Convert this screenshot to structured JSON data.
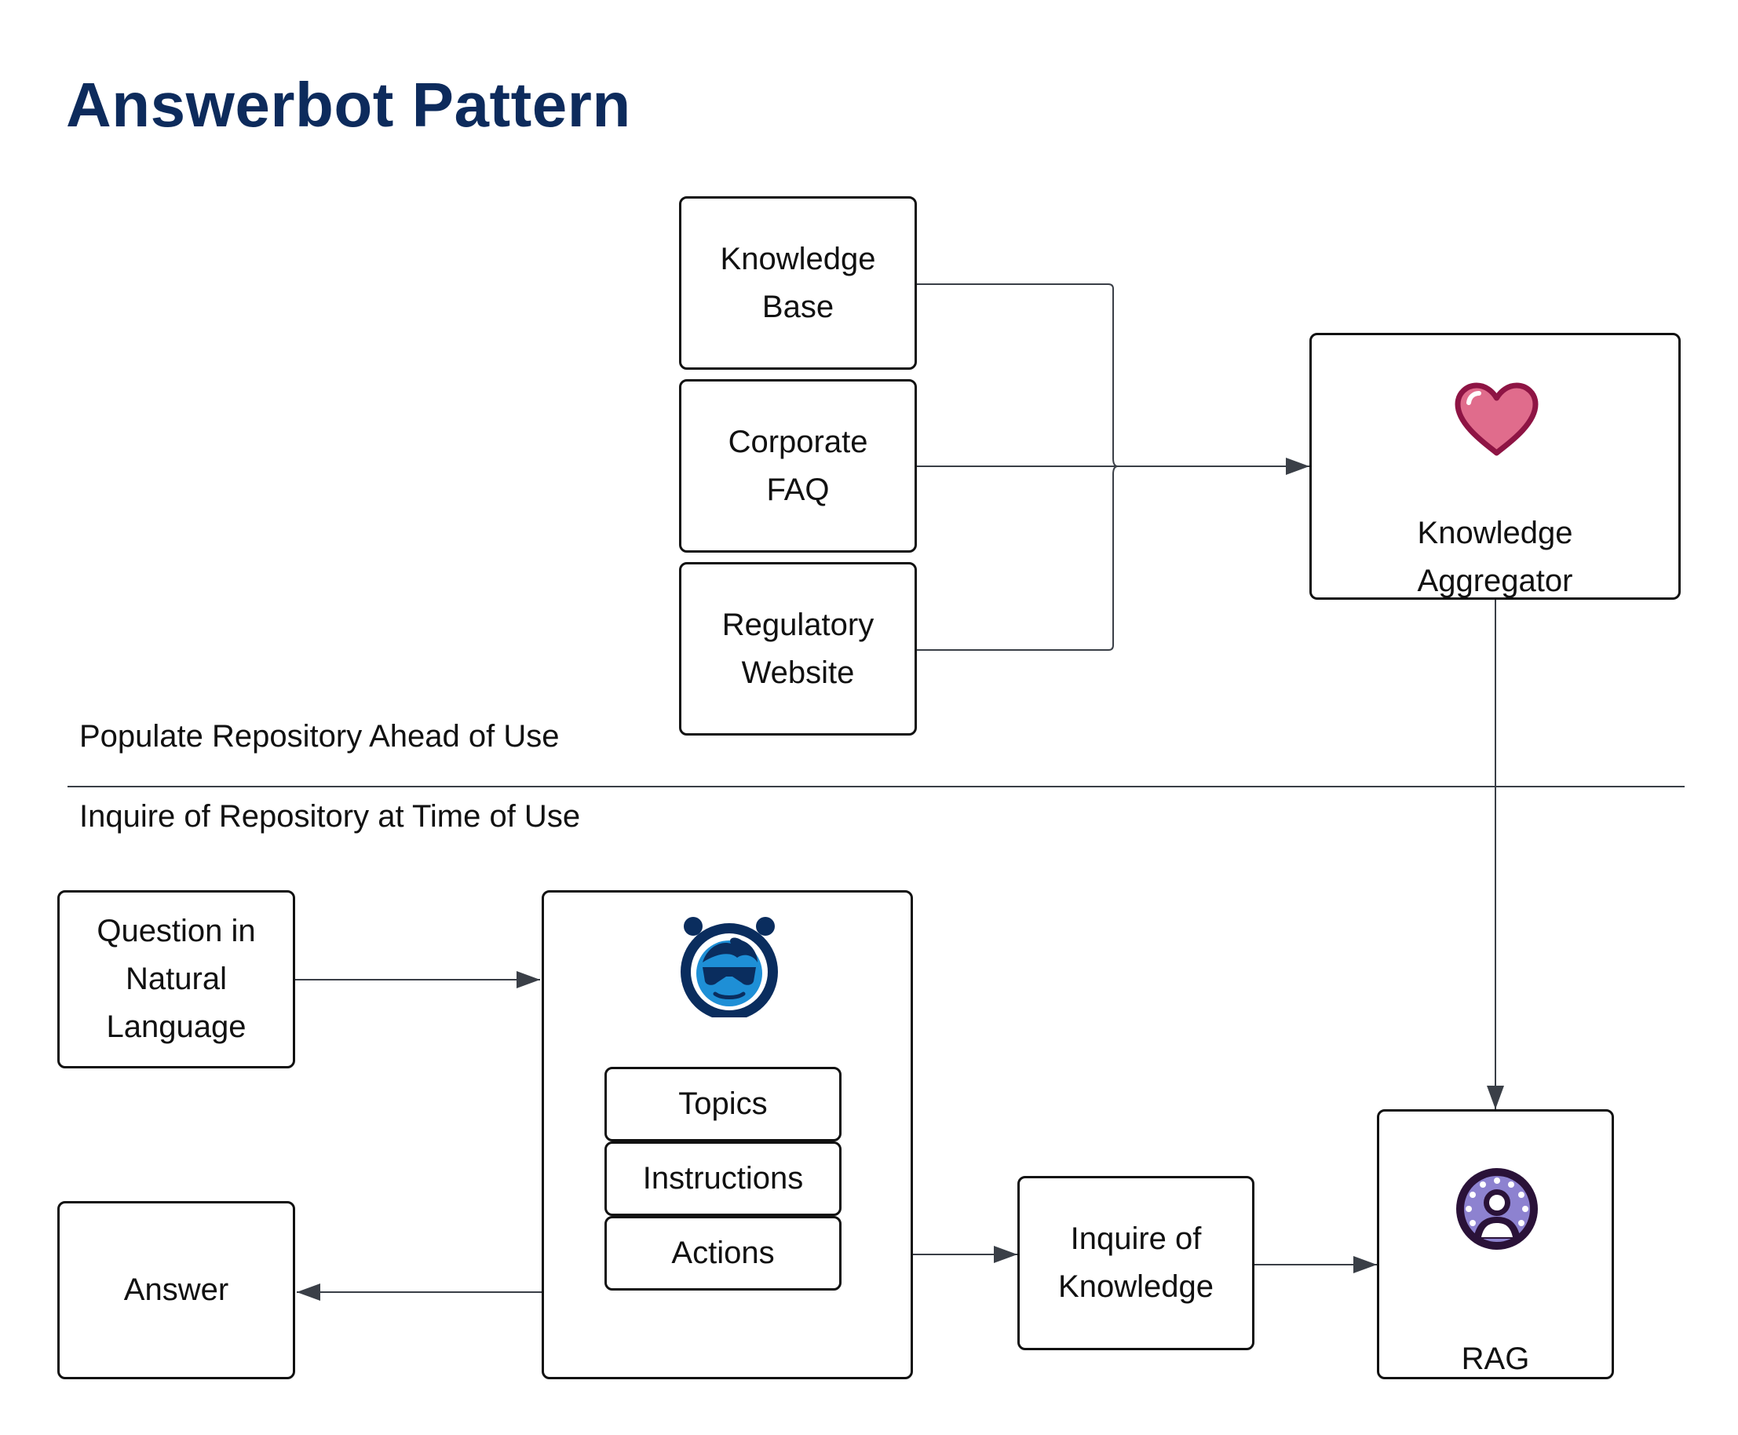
{
  "title": "Answerbot Pattern",
  "sections": {
    "top": "Populate Repository Ahead of Use",
    "bottom": "Inquire of Repository at Time of Use"
  },
  "nodes": {
    "knowledge_base": "Knowledge\nBase",
    "corporate_faq": "Corporate\nFAQ",
    "regulatory_website": "Regulatory\nWebsite",
    "knowledge_aggregator": "Knowledge\nAggregator",
    "question": "Question in\nNatural\nLanguage",
    "answer": "Answer",
    "topics": "Topics",
    "instructions": "Instructions",
    "actions": "Actions",
    "inquire_knowledge": "Inquire of\nKnowledge",
    "rag": "RAG"
  },
  "icons": {
    "aggregator": "heart-icon",
    "bot": "bot-avatar-icon",
    "rag": "rag-person-icon"
  },
  "colors": {
    "title": "#0d2b5c",
    "heart_fill": "#e06c8c",
    "heart_stroke": "#8e1444",
    "bot_dark": "#0a2d5e",
    "bot_light": "#1e8fd6",
    "rag_ring": "#8d82d0",
    "rag_dark": "#2a1238"
  }
}
